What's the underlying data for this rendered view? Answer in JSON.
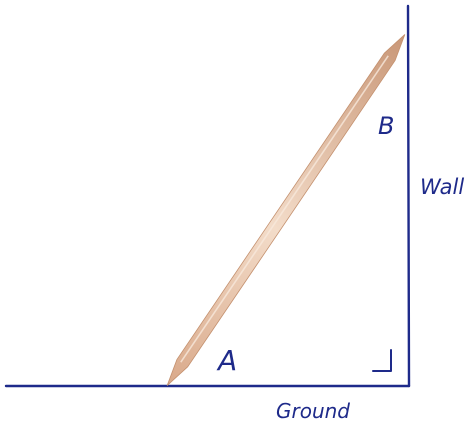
{
  "labels": {
    "point_a": "A",
    "point_b": "B",
    "wall": "Wall",
    "ground": "Ground"
  },
  "colors": {
    "ink": "#1e2a8a",
    "stick_light": "#f1d7c3",
    "stick_mid": "#e2b79c",
    "stick_dark": "#c99777"
  }
}
